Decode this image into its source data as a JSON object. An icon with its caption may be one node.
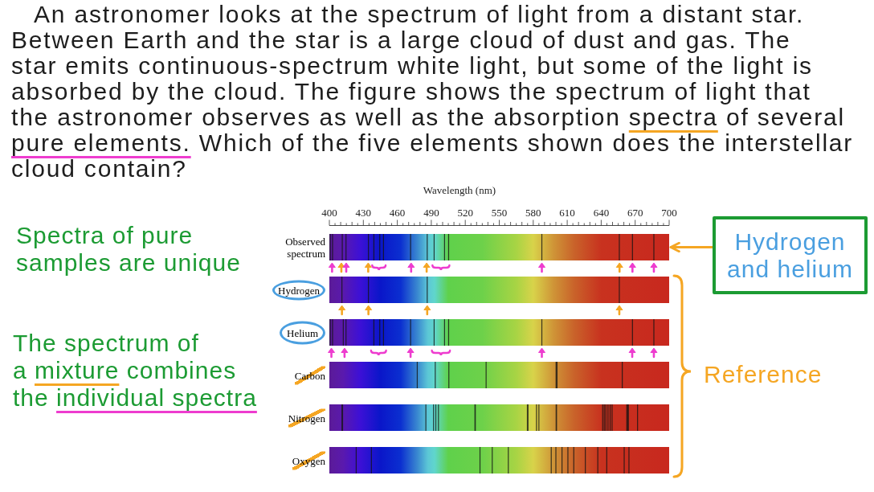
{
  "diagram": {
    "nodes": [
      {
        "text": [
          "Observed spectrum"
        ]
      },
      {
        "text": [
          "Hydrogen"
        ]
      },
      {
        "text": [
          "Helium"
        ]
      },
      {
        "text": [
          "Carbon"
        ]
      },
      {
        "text": [
          "Nitrogen"
        ]
      },
      {
        "text": [
          "Oxygen"
        ]
      },
      {
        "text": [
          "Hydrogen and helium"
        ]
      }
    ],
    "edges": [
      {
        "from": 6,
        "to": 0,
        "arrow": "to",
        "color": "#f5a623"
      }
    ],
    "labels": [
      "An astronomer looks at the spectrum of light from a distant star. Between Earth and the star is a large cloud of dust and gas. The star emits continuous-spectrum white light, but some of the light is absorbed by the cloud. The figure shows the spectrum of light that the astronomer observes as well as the absorption spectra of several pure elements. Which of the five elements shown does the interstellar cloud contain?",
      "Wavelength (nm)",
      "400",
      "430",
      "460",
      "490",
      "520",
      "550",
      "580",
      "610",
      "640",
      "670",
      "700",
      "Spectra of pure samples are unique",
      "The spectrum of a mixture combines the individual spectra",
      "Reference"
    ]
  }
}
